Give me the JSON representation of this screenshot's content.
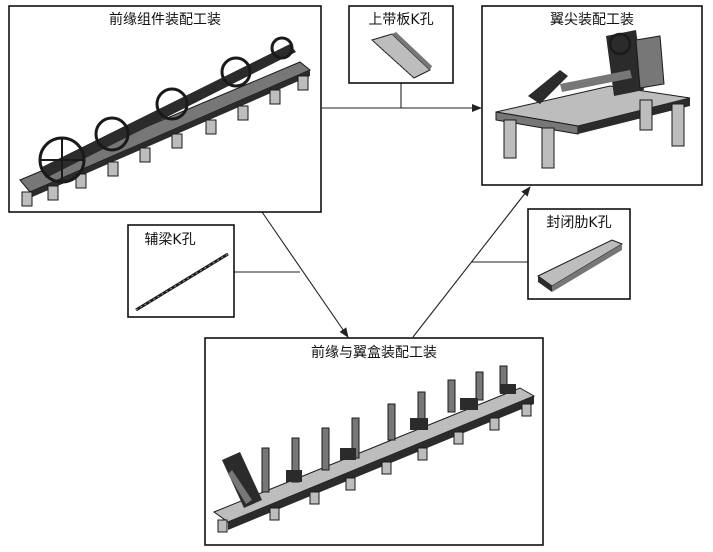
{
  "diagram": {
    "nodes": {
      "leading_edge_assembly": {
        "label": "前缘组件装配工装"
      },
      "upper_flange_k_hole": {
        "label": "上带板K孔"
      },
      "wingtip_assembly": {
        "label": "翼尖装配工装"
      },
      "auxiliary_spar_k_hole": {
        "label": "辅梁K孔"
      },
      "closing_rib_k_hole": {
        "label": "封闭肋K孔"
      },
      "leading_edge_wingbox_assembly": {
        "label": "前缘与翼盒装配工装"
      }
    },
    "edges": [
      {
        "from": "leading_edge_assembly",
        "to": "leading_edge_wingbox_assembly",
        "arrow": true
      },
      {
        "from": "upper_flange_k_hole",
        "to": "wingtip_assembly",
        "arrow": true
      },
      {
        "from": "auxiliary_spar_k_hole",
        "to": "leading_edge_wingbox_assembly",
        "arrow": false
      },
      {
        "from": "leading_edge_wingbox_assembly",
        "to": "wingtip_assembly",
        "arrow": true
      },
      {
        "from": "closing_rib_k_hole",
        "to": "wingtip_assembly",
        "arrow": false
      }
    ]
  }
}
